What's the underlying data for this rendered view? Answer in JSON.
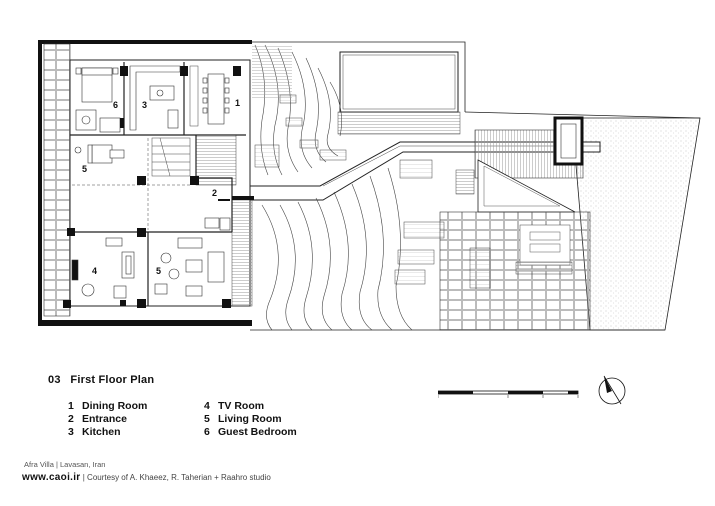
{
  "plan": {
    "room_labels": [
      {
        "id": "dining",
        "number": "1"
      },
      {
        "id": "entrance",
        "number": "2"
      },
      {
        "id": "kitchen",
        "number": "3"
      },
      {
        "id": "tv",
        "number": "4"
      },
      {
        "id": "living-a",
        "number": "5"
      },
      {
        "id": "living-b",
        "number": "5"
      },
      {
        "id": "guest",
        "number": "6"
      }
    ]
  },
  "sheet": {
    "number": "03",
    "title": "First Floor Plan"
  },
  "legend": {
    "left": [
      {
        "number": "1",
        "label": "Dining Room"
      },
      {
        "number": "2",
        "label": "Entrance"
      },
      {
        "number": "3",
        "label": "Kitchen"
      }
    ],
    "right": [
      {
        "number": "4",
        "label": "TV Room"
      },
      {
        "number": "5",
        "label": "Living Room"
      },
      {
        "number": "6",
        "label": "Guest Bedroom"
      }
    ]
  },
  "credits": {
    "project": "Afra Villa  |  Lavasan, Iran",
    "website": "www.caoi.ir",
    "courtesy": "|  Courtesy of A. Khaeez, R. Taherian + Raahro studio"
  }
}
